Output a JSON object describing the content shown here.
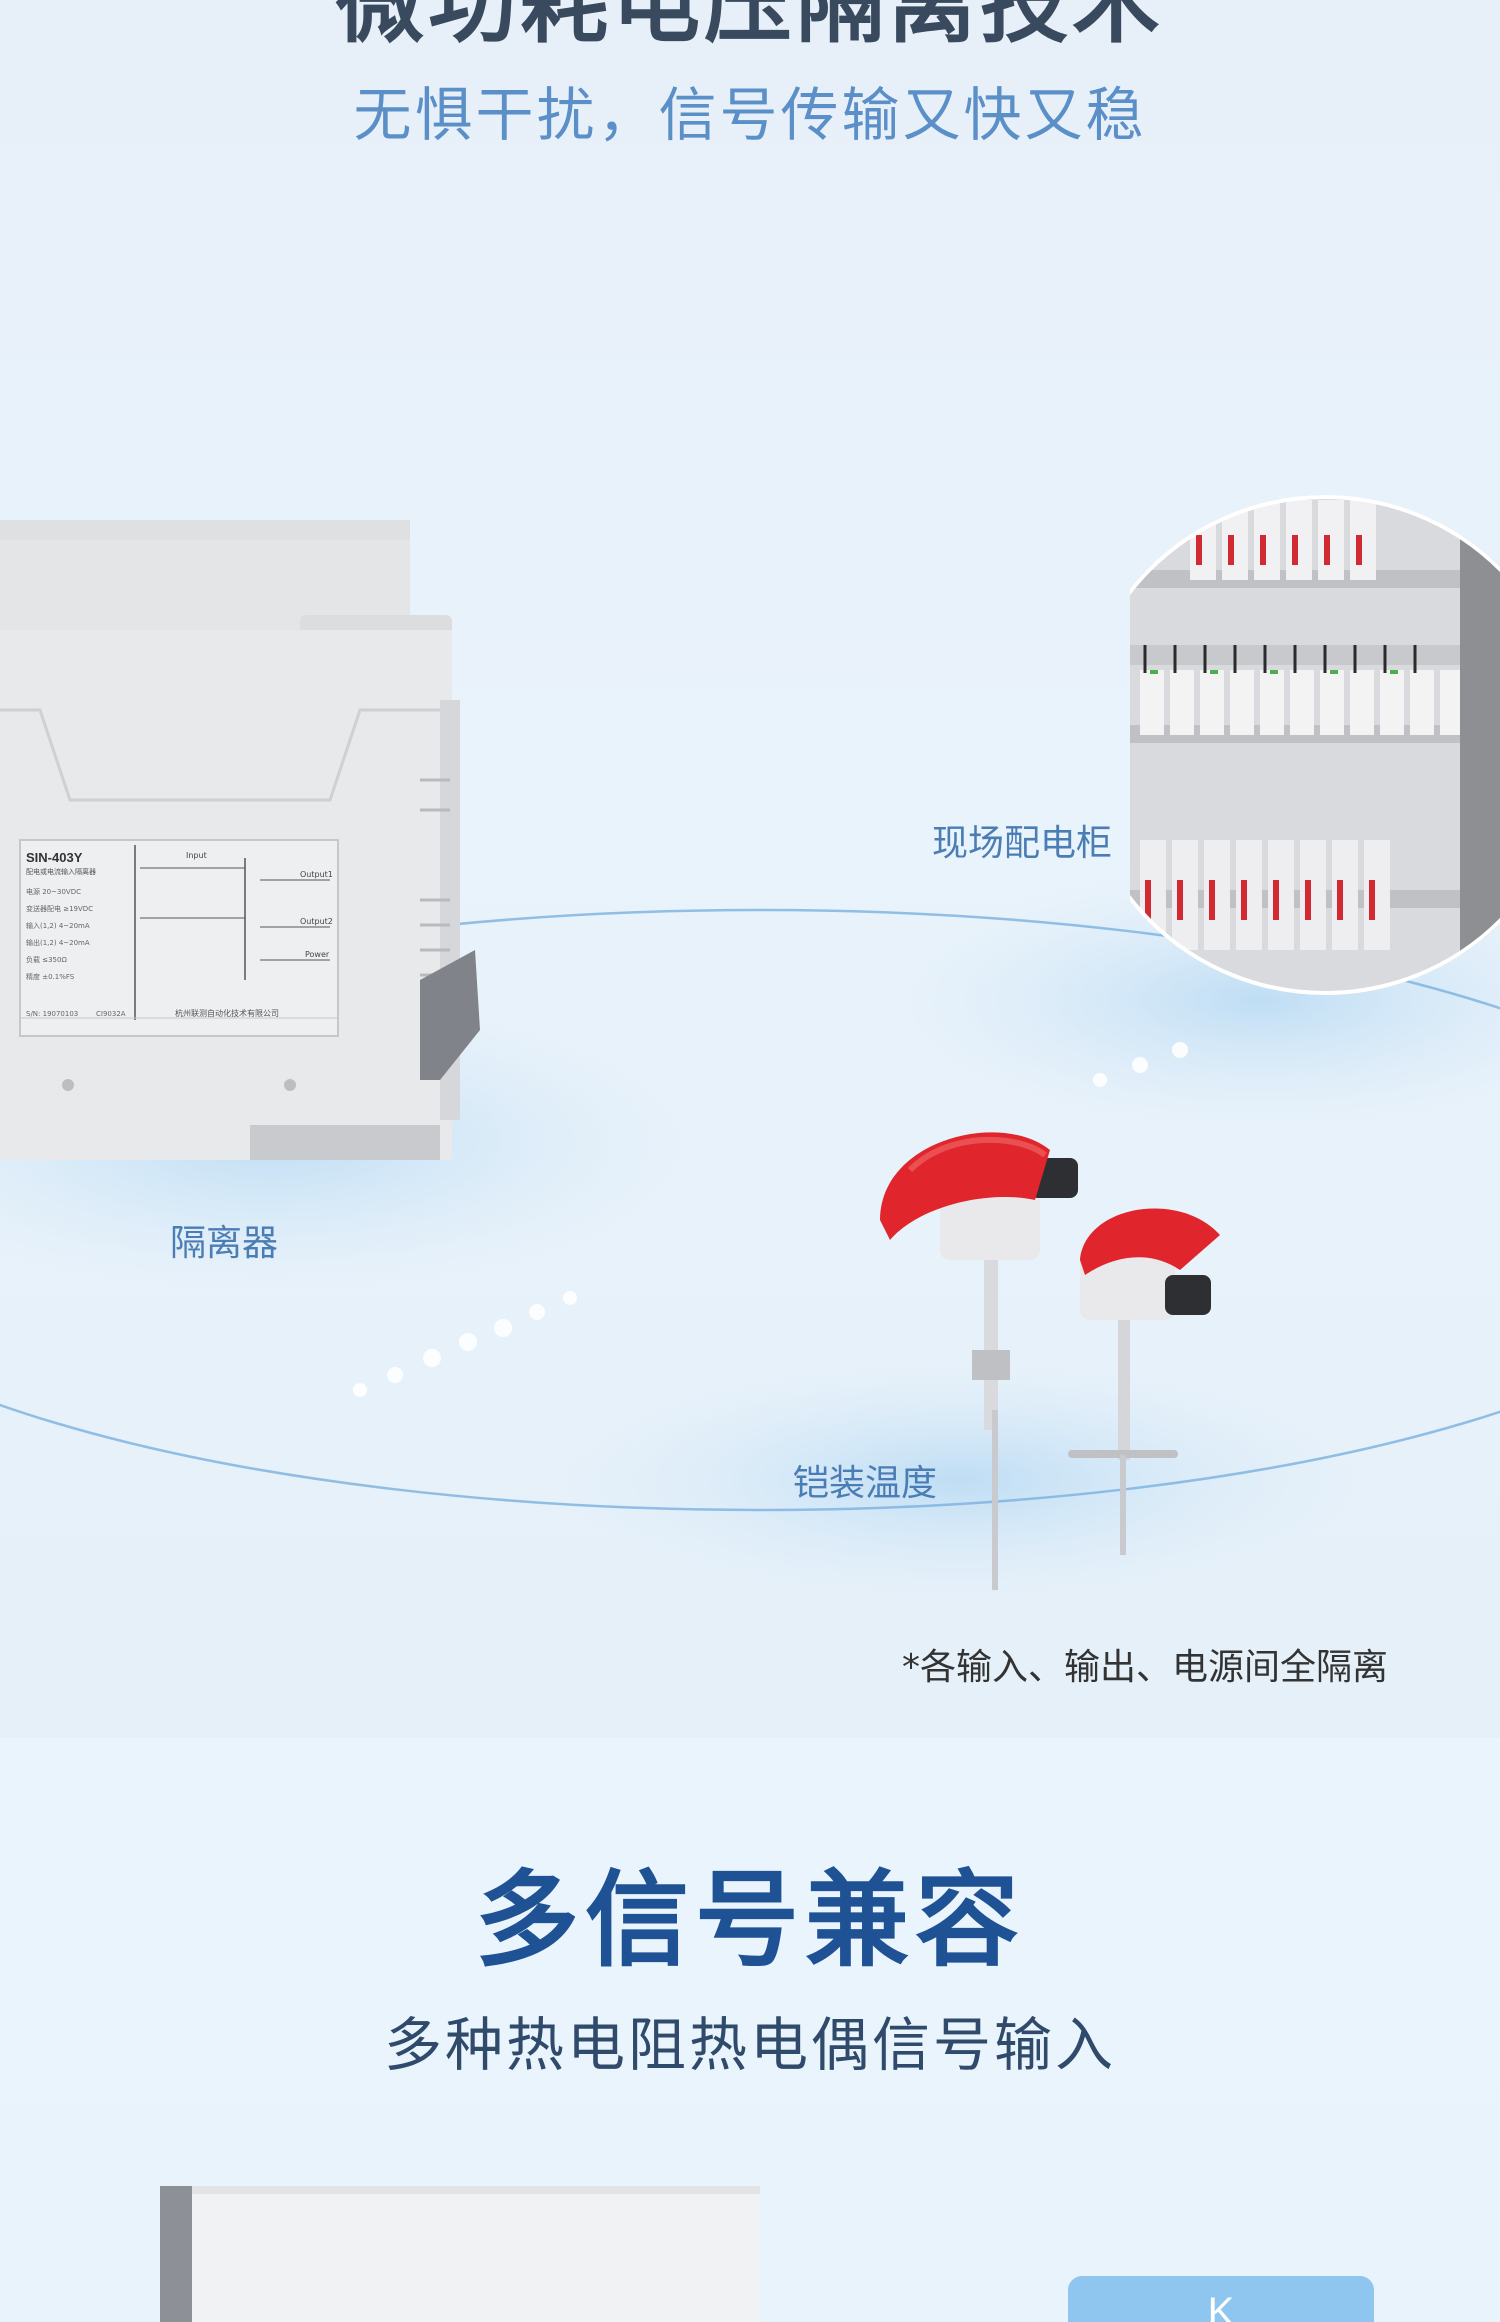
{
  "section_isolation": {
    "heading": "微功耗电压隔离技术",
    "subtitle": "无惧干扰，信号传输又快又稳",
    "labels": {
      "isolator": "隔离器",
      "cabinet": "现场配电柜",
      "sensor": "铠装温度"
    },
    "device_print": {
      "model": "SIN-403Y",
      "desc": "配电或电流输入隔离器",
      "spec_1": "电源 20~30VDC",
      "spec_2": "变送器配电 ≥19VDC",
      "spec_3": "输入(1,2) 4~20mA",
      "spec_4": "输出(1,2) 4~20mA",
      "spec_5": "负载 ≤350Ω",
      "spec_6": "精度 ±0.1%FS",
      "serial": "S/N: 19070103",
      "lot": "CI9032A",
      "input": "Input",
      "output1": "Output1",
      "output2": "Output2",
      "power": "Power",
      "company": "杭州联测自动化技术有限公司"
    },
    "note": "*各输入、输出、电源间全隔离"
  },
  "section_signal": {
    "heading": "多信号兼容",
    "subtitle": "多种热电阻热电偶信号输入",
    "badge_text": "K"
  },
  "colors": {
    "heading_dark": "#3a4a5e",
    "subtitle_blue": "#5b8fc7",
    "label_blue": "#4b7db5",
    "heading_navy": "#1f5294",
    "red_cap": "#e0262c",
    "badge_blue": "#8ec6ef"
  }
}
